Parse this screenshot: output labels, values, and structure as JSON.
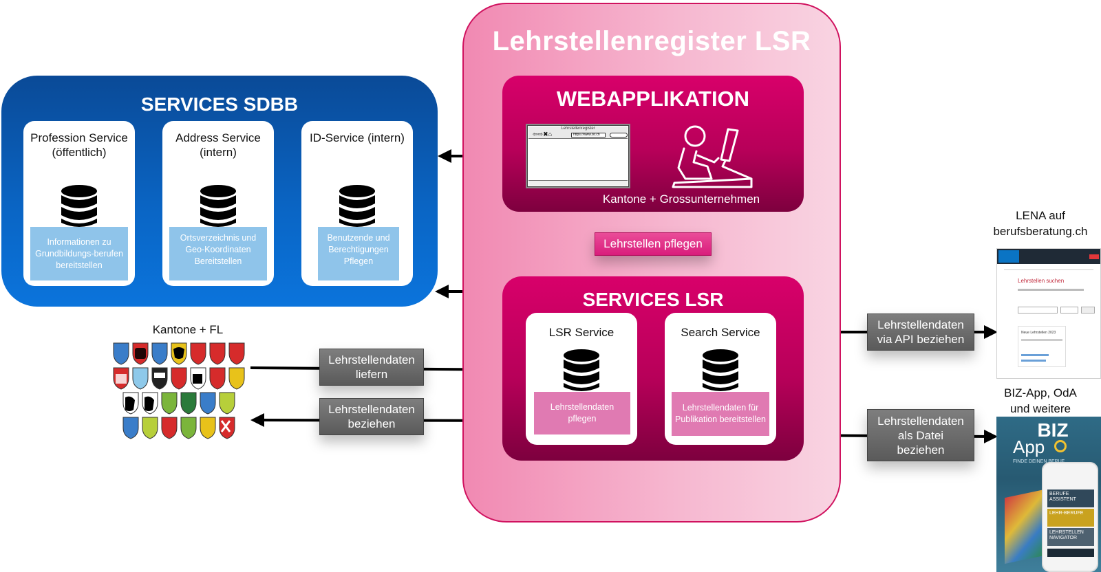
{
  "lsr": {
    "title": "Lehrstellenregister LSR",
    "webapp": {
      "title": "WEBAPPLIKATION",
      "browser_title": "Lehrstellenregister",
      "browser_url": "https://www.lsr.ch",
      "footer": "Kantone + Grossunternehmen"
    },
    "pflegen_label": "Lehrstellen pflegen",
    "services": {
      "title": "SERVICES LSR",
      "lsr_service": {
        "title": "LSR Service",
        "desc": "Lehrstellendaten pflegen"
      },
      "search_service": {
        "title": "Search Service",
        "desc": "Lehrstellendaten für Publikation bereitstellen"
      }
    }
  },
  "sdbb": {
    "title": "SERVICES SDBB",
    "cards": [
      {
        "title": "Profession Service (öffentlich)",
        "desc": "Informationen zu Grundbildungs-berufen bereitstellen"
      },
      {
        "title": "Address Service (intern)",
        "desc": "Ortsverzeichnis und Geo-Koordinaten Bereitstellen"
      },
      {
        "title": "ID-Service (intern)",
        "desc": "Benutzende und Berechtigungen Pflegen"
      }
    ]
  },
  "kantone": {
    "label": "Kantone + FL"
  },
  "flows": {
    "liefern": [
      "Lehrstellendaten",
      "liefern"
    ],
    "beziehen": [
      "Lehrstellendaten",
      "beziehen"
    ],
    "api": [
      "Lehrstellendaten",
      "via API beziehen"
    ],
    "datei": [
      "Lehrstellendaten",
      "als Datei",
      "beziehen"
    ]
  },
  "consumers": {
    "lena": [
      "LENA auf",
      "berufsberatung.ch"
    ],
    "biz": [
      "BIZ-App, OdA",
      "und weitere"
    ],
    "biz_app": {
      "logo_top": "BIZ",
      "logo_bottom": "App",
      "tagline": "FINDE DEINEN BERUF",
      "phone_items": [
        "BERUFE ASSISTENT",
        "LEHR-BERUFE",
        "LEHRSTELLEN NAVIGATOR"
      ]
    },
    "lena_page": {
      "heading": "Lehrstellen suchen",
      "section": "Neue Lehrstellen 2023"
    }
  },
  "colors": {
    "lsr_magenta": "#c8005f",
    "sdbb_blue": "#0a66c6",
    "card_pink": "#e07ab2",
    "card_lightblue": "#8fc4ea",
    "flow_grey": "#6b6b6b"
  },
  "icons": [
    "database-icon",
    "browser-window-icon",
    "person-at-desk-icon",
    "canton-coat-of-arms-icon"
  ]
}
